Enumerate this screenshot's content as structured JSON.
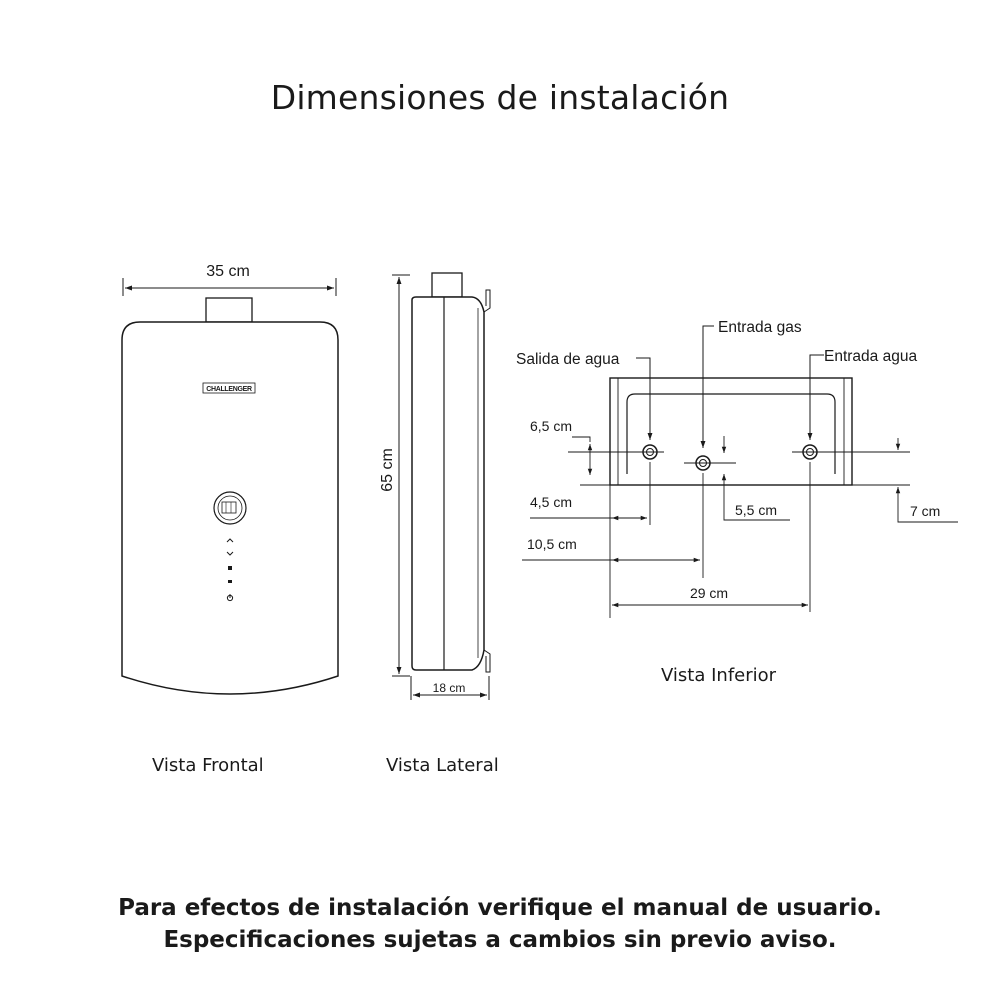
{
  "title": "Dimensiones de instalación",
  "front_view": {
    "caption": "Vista Frontal",
    "width_label": "35 cm",
    "brand_logo": "CHALLENGER"
  },
  "side_view": {
    "caption": "Vista Lateral",
    "height_label": "65 cm",
    "depth_label": "18 cm"
  },
  "bottom_view": {
    "caption": "Vista Inferior",
    "labels": {
      "water_outlet": "Salida de agua",
      "gas_inlet": "Entrada gas",
      "water_inlet": "Entrada agua"
    },
    "dimensions": {
      "d_6_5": "6,5 cm",
      "d_4_5": "4,5 cm",
      "d_10_5": "10,5 cm",
      "d_5_5": "5,5 cm",
      "d_7": "7 cm",
      "d_29": "29 cm"
    }
  },
  "footer": {
    "line1": "Para efectos de instalación verifique el manual de usuario.",
    "line2": "Especificaciones sujetas a cambios sin previo aviso."
  }
}
